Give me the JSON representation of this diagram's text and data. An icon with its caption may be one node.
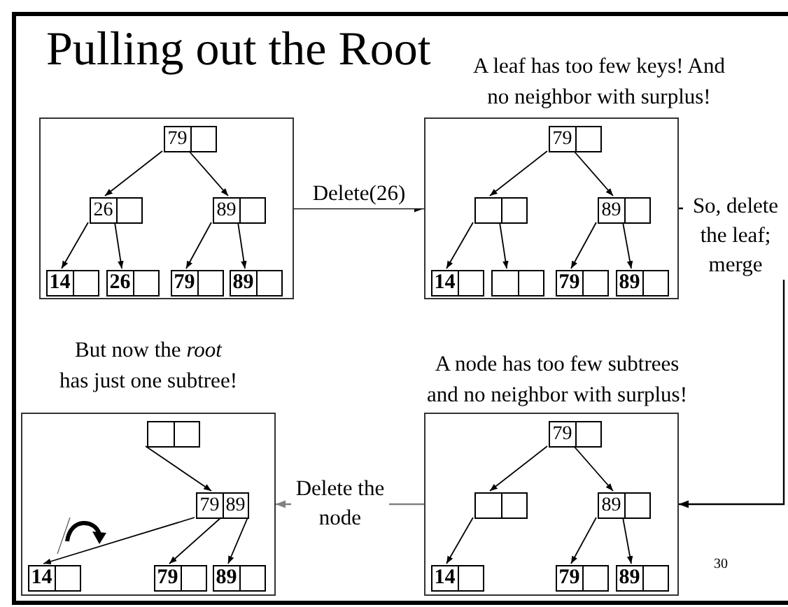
{
  "diagram": {
    "title": "Pulling out the Root",
    "nodes": [
      {
        "text": [],
        "shape": "box"
      },
      {
        "text": [
          "79"
        ],
        "in": 0
      },
      {
        "text": [
          "26"
        ],
        "in": 0
      },
      {
        "text": [
          "89"
        ],
        "in": 0
      },
      {
        "text": [
          "14"
        ],
        "in": 0
      },
      {
        "text": [
          "26"
        ],
        "in": 0
      },
      {
        "text": [
          "79"
        ],
        "in": 0
      },
      {
        "text": [
          "89"
        ],
        "in": 0
      },
      {
        "text": [
          "A leaf has too few keys! And no neighbor with surplus!"
        ]
      },
      {
        "text": [
          "79"
        ],
        "in": 8
      },
      {
        "text": [],
        "shape": "box",
        "in": 8
      },
      {
        "text": [
          "89"
        ],
        "in": 8
      },
      {
        "text": [
          "14"
        ],
        "in": 8
      },
      {
        "text": [],
        "shape": "box",
        "in": 8
      },
      {
        "text": [
          "79"
        ],
        "in": 8
      },
      {
        "text": [
          "89"
        ],
        "in": 8
      },
      {
        "text": [
          "But now the *root* has just one subtree!"
        ]
      },
      {
        "text": [],
        "shape": "box",
        "in": 16
      },
      {
        "text": [
          "79",
          "89"
        ],
        "in": 16
      },
      {
        "text": [
          "14"
        ],
        "in": 16
      },
      {
        "text": [
          "79"
        ],
        "in": 16
      },
      {
        "text": [
          "89"
        ],
        "in": 16
      },
      {
        "text": [
          "A node has too few subtrees and no neighbor with surplus!"
        ]
      },
      {
        "text": [
          "79"
        ],
        "in": 22
      },
      {
        "text": [],
        "shape": "box",
        "in": 22
      },
      {
        "text": [
          "89"
        ],
        "in": 22
      },
      {
        "text": [
          "14"
        ],
        "in": 22
      },
      {
        "text": [
          "79"
        ],
        "in": 22
      },
      {
        "text": [
          "89"
        ],
        "in": 22
      }
    ],
    "edges": [
      {
        "from": 1,
        "to": 2,
        "arrow": "to"
      },
      {
        "from": 1,
        "to": 3,
        "arrow": "to"
      },
      {
        "from": 2,
        "to": 4,
        "arrow": "to"
      },
      {
        "from": 2,
        "to": 5,
        "arrow": "to"
      },
      {
        "from": 3,
        "to": 6,
        "arrow": "to"
      },
      {
        "from": 3,
        "to": 7,
        "arrow": "to"
      },
      {
        "from": 0,
        "to": 8,
        "arrow": "to",
        "label": "Delete(26)"
      },
      {
        "from": 9,
        "to": 10,
        "arrow": "to"
      },
      {
        "from": 9,
        "to": 11,
        "arrow": "to"
      },
      {
        "from": 10,
        "to": 12,
        "arrow": "to"
      },
      {
        "from": 10,
        "to": 13,
        "arrow": "to"
      },
      {
        "from": 11,
        "to": 14,
        "arrow": "to"
      },
      {
        "from": 11,
        "to": 15,
        "arrow": "to"
      },
      {
        "from": 8,
        "to": 22,
        "arrow": "to",
        "label": "So, delete the leaf; merge"
      },
      {
        "from": 23,
        "to": 24,
        "arrow": "to"
      },
      {
        "from": 23,
        "to": 25,
        "arrow": "to"
      },
      {
        "from": 24,
        "to": 26,
        "arrow": "to"
      },
      {
        "from": 25,
        "to": 27,
        "arrow": "to"
      },
      {
        "from": 25,
        "to": 28,
        "arrow": "to"
      },
      {
        "from": 22,
        "to": 16,
        "arrow": "to",
        "label": "Delete the node",
        "color": "#808080"
      },
      {
        "from": 17,
        "to": 18,
        "arrow": "to"
      },
      {
        "from": 18,
        "to": 19,
        "arrow": "to"
      },
      {
        "from": 18,
        "to": 20,
        "arrow": "to"
      },
      {
        "from": 18,
        "to": 21,
        "arrow": "to"
      }
    ],
    "labels": [
      "30"
    ]
  }
}
